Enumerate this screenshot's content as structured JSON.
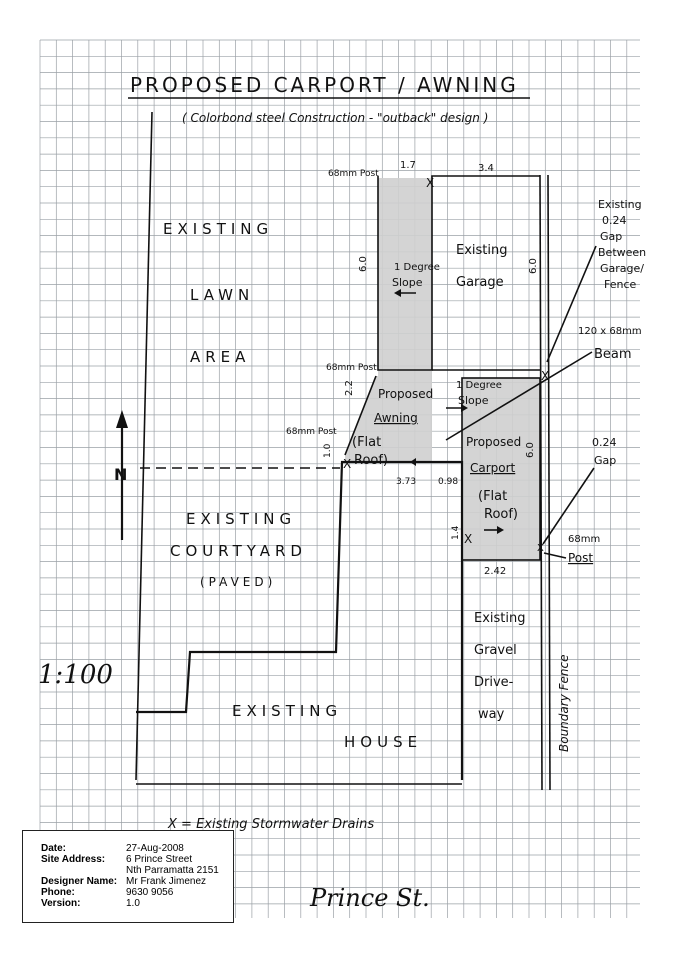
{
  "title": "PROPOSED CARPORT / AWNING",
  "subtitle": "( Colorbond steel Construction - \"outback\" design )",
  "areas": {
    "lawn": [
      "EXISTING",
      "LAWN",
      "AREA"
    ],
    "courtyard": [
      "EXISTING",
      "COURTYARD",
      "(PAVED)"
    ],
    "house": [
      "EXISTING",
      "HOUSE"
    ],
    "garage": [
      "Existing",
      "Garage"
    ],
    "driveway": [
      "Existing",
      "Gravel",
      "Drive-",
      "way"
    ],
    "boundary_fence": "Boundary Fence"
  },
  "labels": {
    "awning": "Proposed",
    "awning_u": "Awning",
    "carport": "Proposed",
    "carport_u": "Carport",
    "flat_roof_left": [
      "(Flat",
      "Roof)"
    ],
    "flat_roof_right": [
      "(Flat",
      "Roof)"
    ],
    "slope_awning": [
      "1 Degree",
      "Slope"
    ],
    "slope_carport": [
      "1 Degree",
      "Slope"
    ],
    "post_68_a": "68mm Post",
    "post_68_b": "68mm Post",
    "post_68_c": "68mm Post",
    "post_68_d_1": "68mm",
    "post_68_d_2": "Post",
    "gap_1": [
      "Existing",
      "0.24",
      "Gap",
      "Between",
      "Garage/",
      "Fence"
    ],
    "beam": [
      "120 x 68mm",
      "Beam"
    ],
    "gap_2": [
      "0.24",
      "Gap"
    ],
    "north": "N",
    "scale": "1:100",
    "legend": "X = Existing Stormwater Drains",
    "street": "Prince St."
  },
  "dimensions": {
    "d1_7": "1.7",
    "d3_4": "3.4",
    "d6_0_left": "6.0",
    "d6_0_right": "6.0",
    "d2_2": "2.2",
    "d1_0": "1.0",
    "d3_73": "3.73",
    "d0_98": "0.98",
    "d6_0_carport": "6.0",
    "d1_4": "1.4",
    "d2_42": "2.42"
  },
  "info": {
    "date_label": "Date:",
    "date": "27-Aug-2008",
    "site_label": "Site Address:",
    "site_1": "6 Prince Street",
    "site_2": "Nth Parramatta 2151",
    "designer_label": "Designer Name:",
    "designer": "Mr Frank Jimenez",
    "phone_label": "Phone:",
    "phone": "9630 9056",
    "version_label": "Version:",
    "version": "1.0"
  }
}
